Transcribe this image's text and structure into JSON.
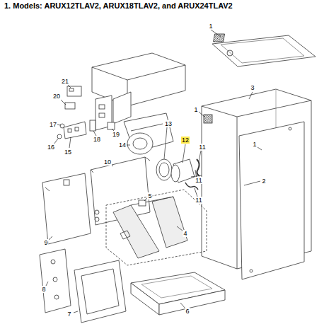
{
  "diagram": {
    "title": "1. Models: ARUX12TLAV2, ARUX18TLAV2, and ARUX24TLAV2",
    "labels": [
      "1",
      "3",
      "1",
      "1",
      "2",
      "21",
      "20",
      "17",
      "16",
      "15",
      "18",
      "19",
      "14",
      "13",
      "12",
      "11",
      "11",
      "11",
      "10",
      "5",
      "4",
      "9",
      "8",
      "7",
      "6"
    ]
  }
}
